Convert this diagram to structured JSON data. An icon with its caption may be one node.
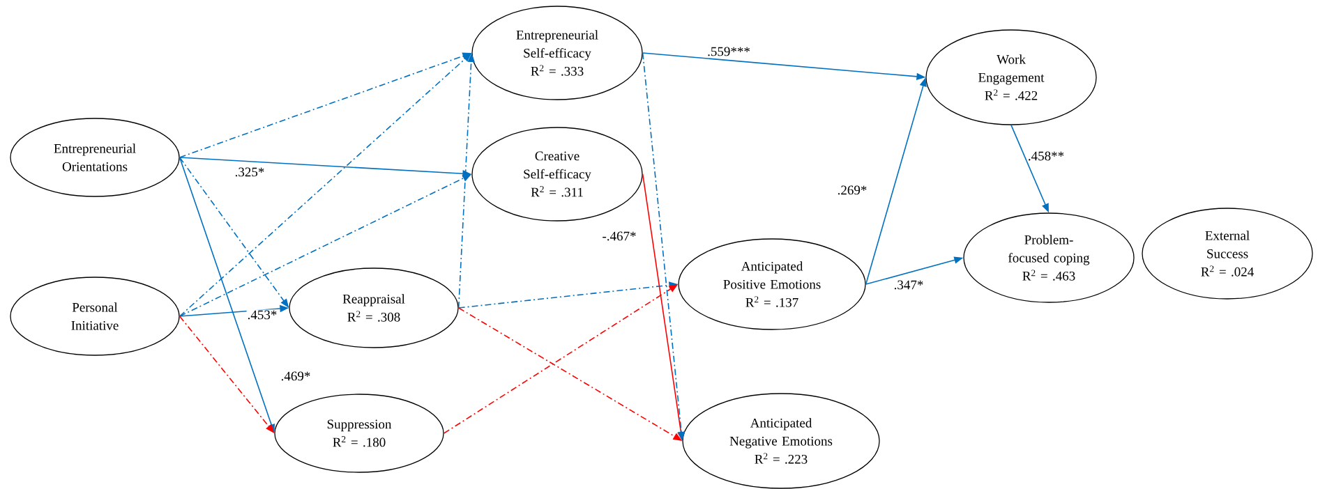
{
  "diagram": {
    "nodes": [
      {
        "text": [
          "Entrepreneurial Orientations"
        ]
      },
      {
        "text": [
          "Entrepreneurial Self-efficacy",
          "R$^{2}$ = .333"
        ]
      },
      {
        "text": [
          "Creative Self-efficacy",
          "R$^{2}$ = .311"
        ]
      },
      {
        "text": [
          "Personal Initiative"
        ]
      },
      {
        "text": [
          "Reappraisal",
          "R$^{2}$ = .308"
        ]
      },
      {
        "text": [
          "Suppression",
          "R$^{2}$ = .180"
        ]
      },
      {
        "text": [
          "Anticipated Positive Emotions",
          "R$^{2}$ = .137"
        ]
      },
      {
        "text": [
          "Anticipated Negative Emotions",
          "R$^{2}$ = .223"
        ]
      },
      {
        "text": [
          "Work Engagement",
          "R$^{2}$ = .422"
        ]
      },
      {
        "text": [
          "Problem-focused coping",
          "R$^{2}$ = .463"
        ]
      },
      {
        "text": [
          "External Success",
          "R$^{2}$ = .024"
        ]
      }
    ],
    "edges": [
      {
        "from": 0,
        "to": 1,
        "arrow": "to",
        "style": "dashed"
      },
      {
        "from": 0,
        "to": 2,
        "arrow": "to",
        "label": ".325*"
      },
      {
        "from": 0,
        "to": 4,
        "arrow": "to",
        "style": "dashed"
      },
      {
        "from": 0,
        "to": 5,
        "arrow": "to",
        "label": ".469*"
      },
      {
        "from": 3,
        "to": 1,
        "arrow": "to",
        "style": "dashed"
      },
      {
        "from": 3,
        "to": 2,
        "arrow": "to",
        "style": "dashed"
      },
      {
        "from": 3,
        "to": 4,
        "arrow": "to",
        "label": ".453*"
      },
      {
        "from": 3,
        "to": 5,
        "arrow": "to",
        "style": "dashed",
        "color": "#ff0000"
      },
      {
        "from": 4,
        "to": 1,
        "arrow": "to",
        "style": "dashed"
      },
      {
        "from": 4,
        "to": 6,
        "arrow": "to",
        "style": "dashed"
      },
      {
        "from": 4,
        "to": 7,
        "arrow": "to",
        "style": "dashed",
        "color": "#ff0000"
      },
      {
        "from": 5,
        "to": 6,
        "arrow": "to",
        "style": "dashed",
        "color": "#ff0000"
      },
      {
        "from": 2,
        "to": 7,
        "arrow": "to",
        "label": "-.467*",
        "color": "#ff0000"
      },
      {
        "from": 1,
        "to": 7,
        "arrow": "to",
        "style": "dashed"
      },
      {
        "from": 1,
        "to": 8,
        "arrow": "to",
        "label": ".559***"
      },
      {
        "from": 6,
        "to": 8,
        "arrow": "to",
        "label": ".269*"
      },
      {
        "from": 6,
        "to": 9,
        "arrow": "to",
        "label": ".347*"
      },
      {
        "from": 8,
        "to": 9,
        "arrow": "to",
        "label": ".458**"
      }
    ]
  }
}
